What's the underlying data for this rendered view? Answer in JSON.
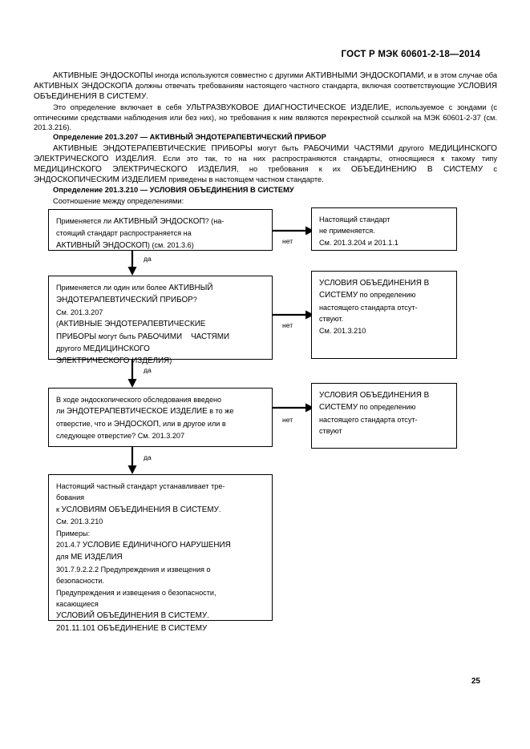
{
  "document": {
    "header": "ГОСТ Р МЭК 60601-2-18—2014",
    "page_number": "25"
  },
  "body": {
    "paragraphs": [
      {
        "id": "p1",
        "runs": [
          {
            "t": "АКТИВНЫЕ ЭНДОСКОПЫ",
            "caps": true
          },
          {
            "t": " иногда используются совместно с другими "
          },
          {
            "t": "АКТИВНЫМИ ЭНДОСКОПАМИ",
            "caps": true
          },
          {
            "t": ", и в этом случае оба "
          },
          {
            "t": "АКТИВНЫХ ЭНДОСКОПА",
            "caps": true
          },
          {
            "t": " должны отвечать требованиям настоящего частного стандарта, включая соответствующие "
          },
          {
            "t": "УСЛОВИЯ ОБЪЕДИНЕНИЯ В СИСТЕМУ",
            "caps": true
          },
          {
            "t": "."
          }
        ]
      },
      {
        "id": "p2",
        "runs": [
          {
            "t": "Это определение включает в себя "
          },
          {
            "t": "УЛЬТРАЗВУКОВОЕ ДИАГНОСТИЧЕСКОЕ ИЗДЕЛИЕ",
            "caps": true
          },
          {
            "t": ", используемое с зондами (с оптическими средствами наблюдения или без них), но требования к ним являются перекрестной ссылкой на МЭК 60601-2-37 (см. 201.3.216)."
          }
        ]
      }
    ],
    "heading_207": "Определение 201.3.207 — АКТИВНЫЙ ЭНДОТЕРАПЕВТИЧЕСКИЙ ПРИБОР",
    "paragraph_207": {
      "runs": [
        {
          "t": "АКТИВНЫЕ ЭНДОТЕРАПЕВТИЧЕСКИЕ ПРИБОРЫ",
          "caps": true
        },
        {
          "t": " могут быть "
        },
        {
          "t": "РАБОЧИМИ ЧАСТЯМИ",
          "caps": true
        },
        {
          "t": " другого "
        },
        {
          "t": "МЕДИЦИНСКОГО ЭЛЕКТРИЧЕСКОГО ИЗДЕЛИЯ",
          "caps": true
        },
        {
          "t": ". Если это так, то на них распространяются стандарты, относящиеся к такому типу "
        },
        {
          "t": "МЕДИЦИНСКОГО ЭЛЕКТРИЧЕСКОГО ИЗДЕЛИЯ",
          "caps": true
        },
        {
          "t": ", но требования к их "
        },
        {
          "t": "ОБЪЕДИНЕНИЮ В СИСТЕМУ",
          "caps": true
        },
        {
          "t": " с "
        },
        {
          "t": "ЭНДОСКОПИЧЕСКИМ ИЗДЕЛИЕМ",
          "caps": true
        },
        {
          "t": " приведены в настоящем частном стандарте."
        }
      ]
    },
    "heading_210": "Определение 201.3.210 — УСЛОВИЯ ОБЪЕДИНЕНИЯ В СИСТЕМУ",
    "intro_line": "Соотношение между определениями:"
  },
  "flowchart": {
    "labels": {
      "yes": "да",
      "no": "нет"
    },
    "nodes": [
      {
        "id": "q1",
        "kind": "decision",
        "lines": [
          [
            {
              "t": "Применяется ли "
            },
            {
              "t": "АКТИВНЫЙ ЭНДОСКОП",
              "caps": true
            },
            {
              "t": "? (на-"
            }
          ],
          [
            {
              "t": "стоящий стандарт распространяется на"
            }
          ],
          [
            {
              "t": "АКТИВНЫЙ ЭНДОСКОП",
              "caps": true
            },
            {
              "t": ") (см. 201.3.6)"
            }
          ]
        ]
      },
      {
        "id": "a1",
        "kind": "outcome",
        "lines": [
          [
            {
              "t": "Настоящий стандарт"
            }
          ],
          [
            {
              "t": "не применяется."
            }
          ],
          [
            {
              "t": "См. 201.3.204 и 201.1.1"
            }
          ]
        ]
      },
      {
        "id": "q2",
        "kind": "decision",
        "lines": [
          [
            {
              "t": "Применяется ли один или более "
            },
            {
              "t": "АКТИВНЫЙ",
              "caps": true
            }
          ],
          [
            {
              "t": "ЭНДОТЕРАПЕВТИЧЕСКИЙ ПРИБОР",
              "caps": true
            },
            {
              "t": "?"
            }
          ],
          [
            {
              "t": "См. 201.3.207"
            }
          ],
          [
            {
              "t": "("
            },
            {
              "t": "АКТИВНЫЕ ЭНДОТЕРАПЕВТИЧЕСКИЕ",
              "caps": true
            }
          ],
          [
            {
              "t": "ПРИБОРЫ",
              "caps": true
            },
            {
              "t": " могут быть "
            },
            {
              "t": "РАБОЧИМИ    ЧАСТЯМИ",
              "caps": true
            }
          ],
          [
            {
              "t": "другого "
            },
            {
              "t": "МЕДИЦИНСКОГО",
              "caps": true
            }
          ],
          [
            {
              "t": "ЭЛЕКТРИЧЕСКОГО ИЗДЕЛИЯ",
              "caps": true
            },
            {
              "t": ")"
            }
          ]
        ]
      },
      {
        "id": "a2",
        "kind": "outcome",
        "lines": [
          [
            {
              "t": "УСЛОВИЯ ОБЪЕДИНЕНИЯ В",
              "caps": true
            }
          ],
          [
            {
              "t": "СИСТЕМУ",
              "caps": true
            },
            {
              "t": " по определению"
            }
          ],
          [
            {
              "t": "настоящего стандарта отсут-"
            }
          ],
          [
            {
              "t": "ствуют."
            }
          ],
          [
            {
              "t": "См. 201.3.210"
            }
          ]
        ]
      },
      {
        "id": "q3",
        "kind": "decision",
        "lines": [
          [
            {
              "t": "В ходе эндоскопического обследования введено"
            }
          ],
          [
            {
              "t": "ли "
            },
            {
              "t": "ЭНДОТЕРАПЕВТИЧЕСКОЕ ИЗДЕЛИЕ",
              "caps": true
            },
            {
              "t": " в то же"
            }
          ],
          [
            {
              "t": "отверстие, что и "
            },
            {
              "t": "ЭНДОСКОП",
              "caps": true
            },
            {
              "t": ", или в другое или в"
            }
          ],
          [
            {
              "t": "следующее отверстие? См. 201.3.207"
            }
          ]
        ]
      },
      {
        "id": "a3",
        "kind": "outcome",
        "lines": [
          [
            {
              "t": "УСЛОВИЯ ОБЪЕДИНЕНИЯ В",
              "caps": true
            }
          ],
          [
            {
              "t": "СИСТЕМУ",
              "caps": true
            },
            {
              "t": " по определению"
            }
          ],
          [
            {
              "t": "настоящего стандарта отсут-"
            }
          ],
          [
            {
              "t": "ствуют"
            }
          ]
        ]
      },
      {
        "id": "final",
        "kind": "terminal",
        "lines": [
          [
            {
              "t": "Настоящий частный стандарт устанавливает тре-"
            }
          ],
          [
            {
              "t": "бования"
            }
          ],
          [
            {
              "t": "к "
            },
            {
              "t": "УСЛОВИЯМ ОБЪЕДИНЕНИЯ В СИСТЕМУ",
              "caps": true
            },
            {
              "t": "."
            }
          ],
          [
            {
              "t": "См. 201.3.210"
            }
          ],
          [
            {
              "t": "Примеры:"
            }
          ],
          [
            {
              "t": "201.4.7 "
            },
            {
              "t": "УСЛОВИЕ ЕДИНИЧНОГО НАРУШЕНИЯ",
              "caps": true
            }
          ],
          [
            {
              "t": "для "
            },
            {
              "t": "МЕ ИЗДЕЛИЯ",
              "caps": true
            }
          ],
          [
            {
              "t": "301.7.9.2.2.2 Предупреждения и извещения о"
            }
          ],
          [
            {
              "t": "безопасности."
            }
          ],
          [
            {
              "t": "Предупреждения и извещения о безопасности,"
            }
          ],
          [
            {
              "t": "касающиеся"
            }
          ],
          [
            {
              "t": "УСЛОВИЙ ОБЪЕДИНЕНИЯ В СИСТЕМУ",
              "caps": true
            },
            {
              "t": "."
            }
          ],
          [
            {
              "t": "201.11.101 ОБЪЕДИНЕНИЕ В СИСТЕМУ",
              "caps": true
            }
          ]
        ]
      }
    ]
  }
}
